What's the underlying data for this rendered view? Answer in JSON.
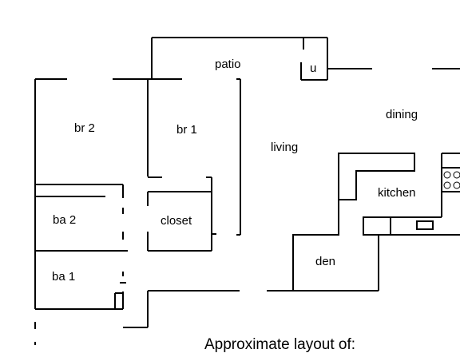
{
  "rooms": {
    "patio": "patio",
    "utility": "u",
    "dining": "dining",
    "bedroom_2": "br 2",
    "bedroom_1": "br 1",
    "living": "living",
    "kitchen": "kitchen",
    "bath_2": "ba 2",
    "closet": "closet",
    "den": "den",
    "bath_1": "ba 1"
  },
  "caption": "Approximate layout of:",
  "colors": {
    "walls": "#000000",
    "background": "#ffffff"
  }
}
